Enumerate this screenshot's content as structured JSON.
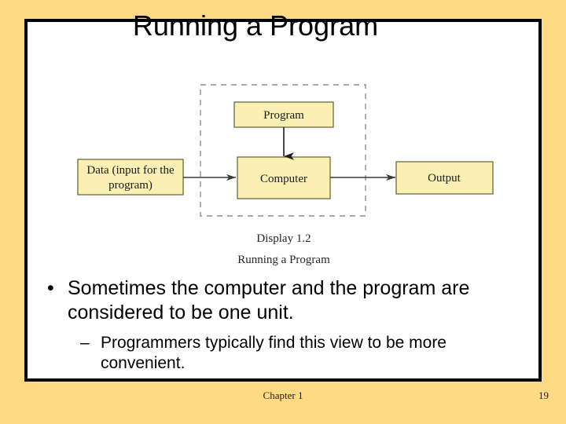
{
  "slide": {
    "title": "Running a Program",
    "background_color": "#ffda85",
    "content_background": "#ffffff",
    "border_color": "#000000"
  },
  "diagram": {
    "box_fill": "#fbf0b4",
    "box_stroke": "#6b6b3a",
    "arrow_color": "#3a3a3a",
    "dashed_color": "#888888",
    "boxes": {
      "data": "Data (input for the\nprogram)",
      "data_line1": "Data (input for the",
      "data_line2": "program)",
      "program": "Program",
      "computer": "Computer",
      "output": "Output"
    },
    "caption_line1": "Display 1.2",
    "caption_line2": "Running a Program"
  },
  "bullets": [
    {
      "level": 1,
      "marker": "•",
      "text": "Sometimes the computer and the program are considered to be one unit."
    },
    {
      "level": 2,
      "marker": "–",
      "text": "Programmers typically find this view to be more convenient."
    }
  ],
  "footer": {
    "chapter": "Chapter 1",
    "page": "19"
  }
}
